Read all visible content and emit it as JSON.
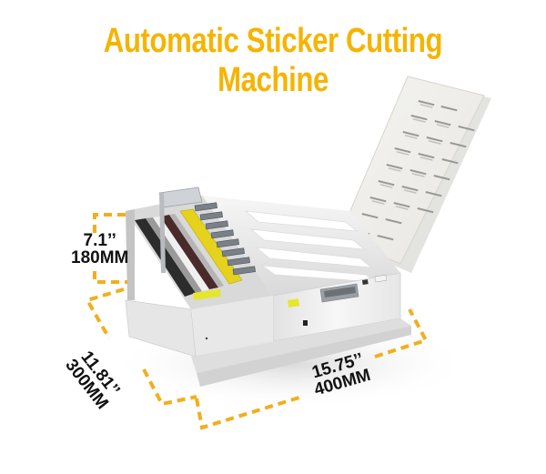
{
  "title": {
    "text": "Automatic Sticker Cutting Machine",
    "color": "#F5B400"
  },
  "dimensions": {
    "height": {
      "inches": "7.1’’",
      "mm": "180MM"
    },
    "depth": {
      "inches": "11.81’’",
      "mm": "300MM"
    },
    "width": {
      "inches": "15.75’’",
      "mm": "400MM"
    },
    "line_color": "#F2AE1C"
  },
  "product": {
    "name": "sticker cutting machine",
    "body_color": "#ECECEC",
    "accent_label_color": "#E6E62A",
    "display_color": "#9A9FA6"
  }
}
